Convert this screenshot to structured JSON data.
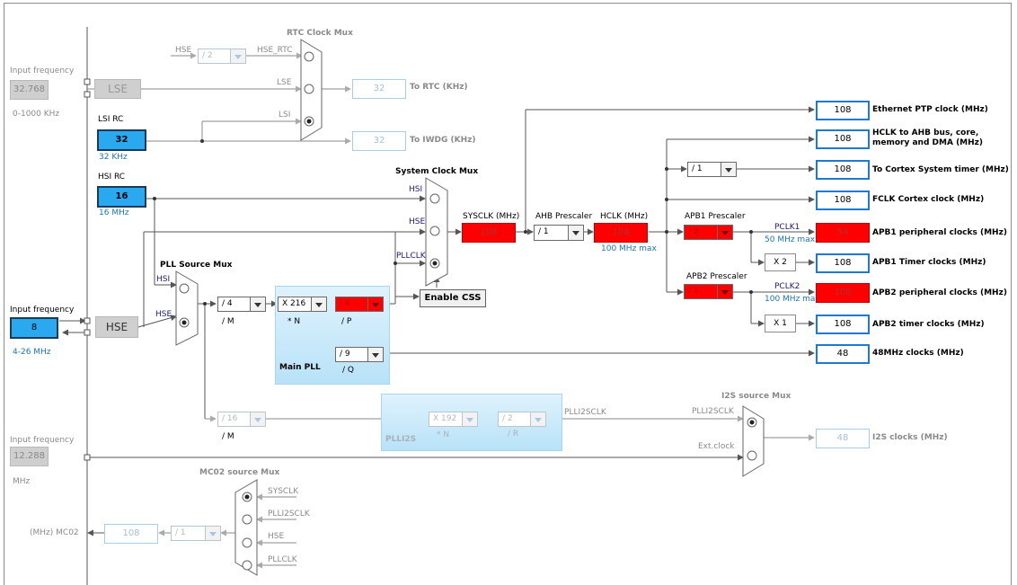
{
  "rtc_mux": {
    "title": "RTC Clock Mux",
    "in_hse": "HSE",
    "hse_div": "/ 2",
    "hse_rtc": "HSE_RTC",
    "lse": "LSE",
    "lsi": "LSI"
  },
  "lse": {
    "input_label": "Input frequency",
    "value": "32.768",
    "range": "0-1000 KHz",
    "name": "LSE"
  },
  "lsi": {
    "title": "LSI RC",
    "value": "32",
    "unit": "32 KHz"
  },
  "hsi": {
    "title": "HSI RC",
    "value": "16",
    "unit": "16 MHz"
  },
  "hse": {
    "input_label": "Input frequency",
    "value": "8",
    "range": "4-26 MHz",
    "name": "HSE"
  },
  "i2s_in": {
    "input_label": "Input frequency",
    "value": "12.288",
    "unit": "MHz"
  },
  "to_rtc": {
    "value": "32",
    "label": "To RTC (KHz)"
  },
  "to_iwdg": {
    "value": "32",
    "label": "To IWDG (KHz)"
  },
  "pll_source_mux": {
    "title": "PLL Source Mux",
    "hsi": "HSI",
    "hse": "HSE"
  },
  "pll": {
    "m": "/ 4",
    "m_label": "/ M",
    "n": "X 216",
    "n_label": "* N",
    "p": "/ 4",
    "p_label": "/ P",
    "q": "/ 9",
    "q_label": "/ Q",
    "title": "Main PLL"
  },
  "sys_mux": {
    "title": "System Clock Mux",
    "hsi": "HSI",
    "hse": "HSE",
    "pllclk": "PLLCLK"
  },
  "enable_css": "Enable CSS",
  "sysclk": {
    "label": "SYSCLK (MHz)",
    "value": "108"
  },
  "ahb": {
    "label": "AHB Prescaler",
    "value": "/ 1"
  },
  "hclk": {
    "label": "HCLK (MHz)",
    "value": "108",
    "max": "100 MHz max"
  },
  "cortex_div": "/ 1",
  "apb1": {
    "label": "APB1 Prescaler",
    "value": "/ 2",
    "pclk": "PCLK1",
    "max": "50 MHz max",
    "timer_mult": "X 2"
  },
  "apb2": {
    "label": "APB2 Prescaler",
    "value": "/ 1",
    "pclk": "PCLK2",
    "max": "100 MHz max",
    "timer_mult": "X 1"
  },
  "outputs": [
    {
      "value": "108",
      "label": "Ethernet PTP clock (MHz)"
    },
    {
      "value": "108",
      "label": "HCLK to AHB bus, core,",
      "label2": "memory and DMA (MHz)"
    },
    {
      "value": "108",
      "label": "To Cortex System timer (MHz)"
    },
    {
      "value": "108",
      "label": "FCLK Cortex clock (MHz)"
    },
    {
      "value": "54",
      "label": "APB1 peripheral clocks (MHz)"
    },
    {
      "value": "108",
      "label": "APB1 Timer clocks (MHz)"
    },
    {
      "value": "108",
      "label": "APB2 peripheral clocks (MHz)"
    },
    {
      "value": "108",
      "label": "APB2 timer clocks (MHz)"
    },
    {
      "value": "48",
      "label": "48MHz clocks (MHz)"
    }
  ],
  "plli2s": {
    "m": "/ 16",
    "m_label": "/ M",
    "n": "X 192",
    "n_label": "* N",
    "r": "/ 2",
    "r_label": "/ R",
    "title": "PLLI2S",
    "out": "PLLI2SCLK"
  },
  "i2s_mux": {
    "title": "I2S source Mux",
    "plli2sclk": "PLLI2SCLK",
    "ext": "Ext.clock",
    "value": "48",
    "label": "I2S clocks (MHz)"
  },
  "mco2_mux": {
    "title": "MC02 source Mux",
    "sysclk": "SYSCLK",
    "plli2sclk": "PLLI2SCLK",
    "hse": "HSE",
    "pllclk": "PLLCLK",
    "div": "/ 1",
    "value": "108",
    "label": "(MHz) MC02"
  },
  "colors": {
    "accent": "#2aa9f0",
    "error": "#ff0000",
    "output_border": "#1e7ad0"
  }
}
